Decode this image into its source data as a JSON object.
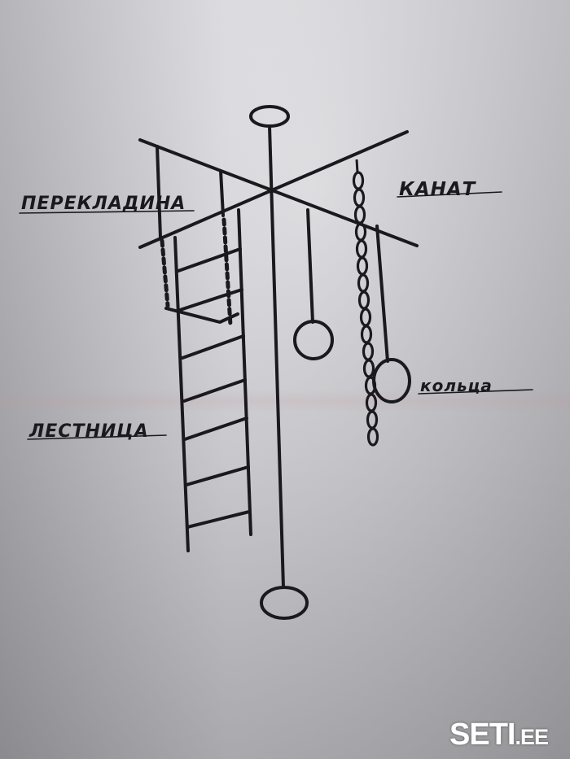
{
  "labels": {
    "crossbar": "ПЕРЕКЛАДИНА",
    "rope": "КАНАТ",
    "rings": "кольца",
    "ladder": "ЛЕСТНИЦА"
  },
  "watermark": {
    "main": "SETI",
    "suffix": ".EE"
  },
  "colors": {
    "ink": "#1a1a1e",
    "paper": "#d4d4d8"
  }
}
